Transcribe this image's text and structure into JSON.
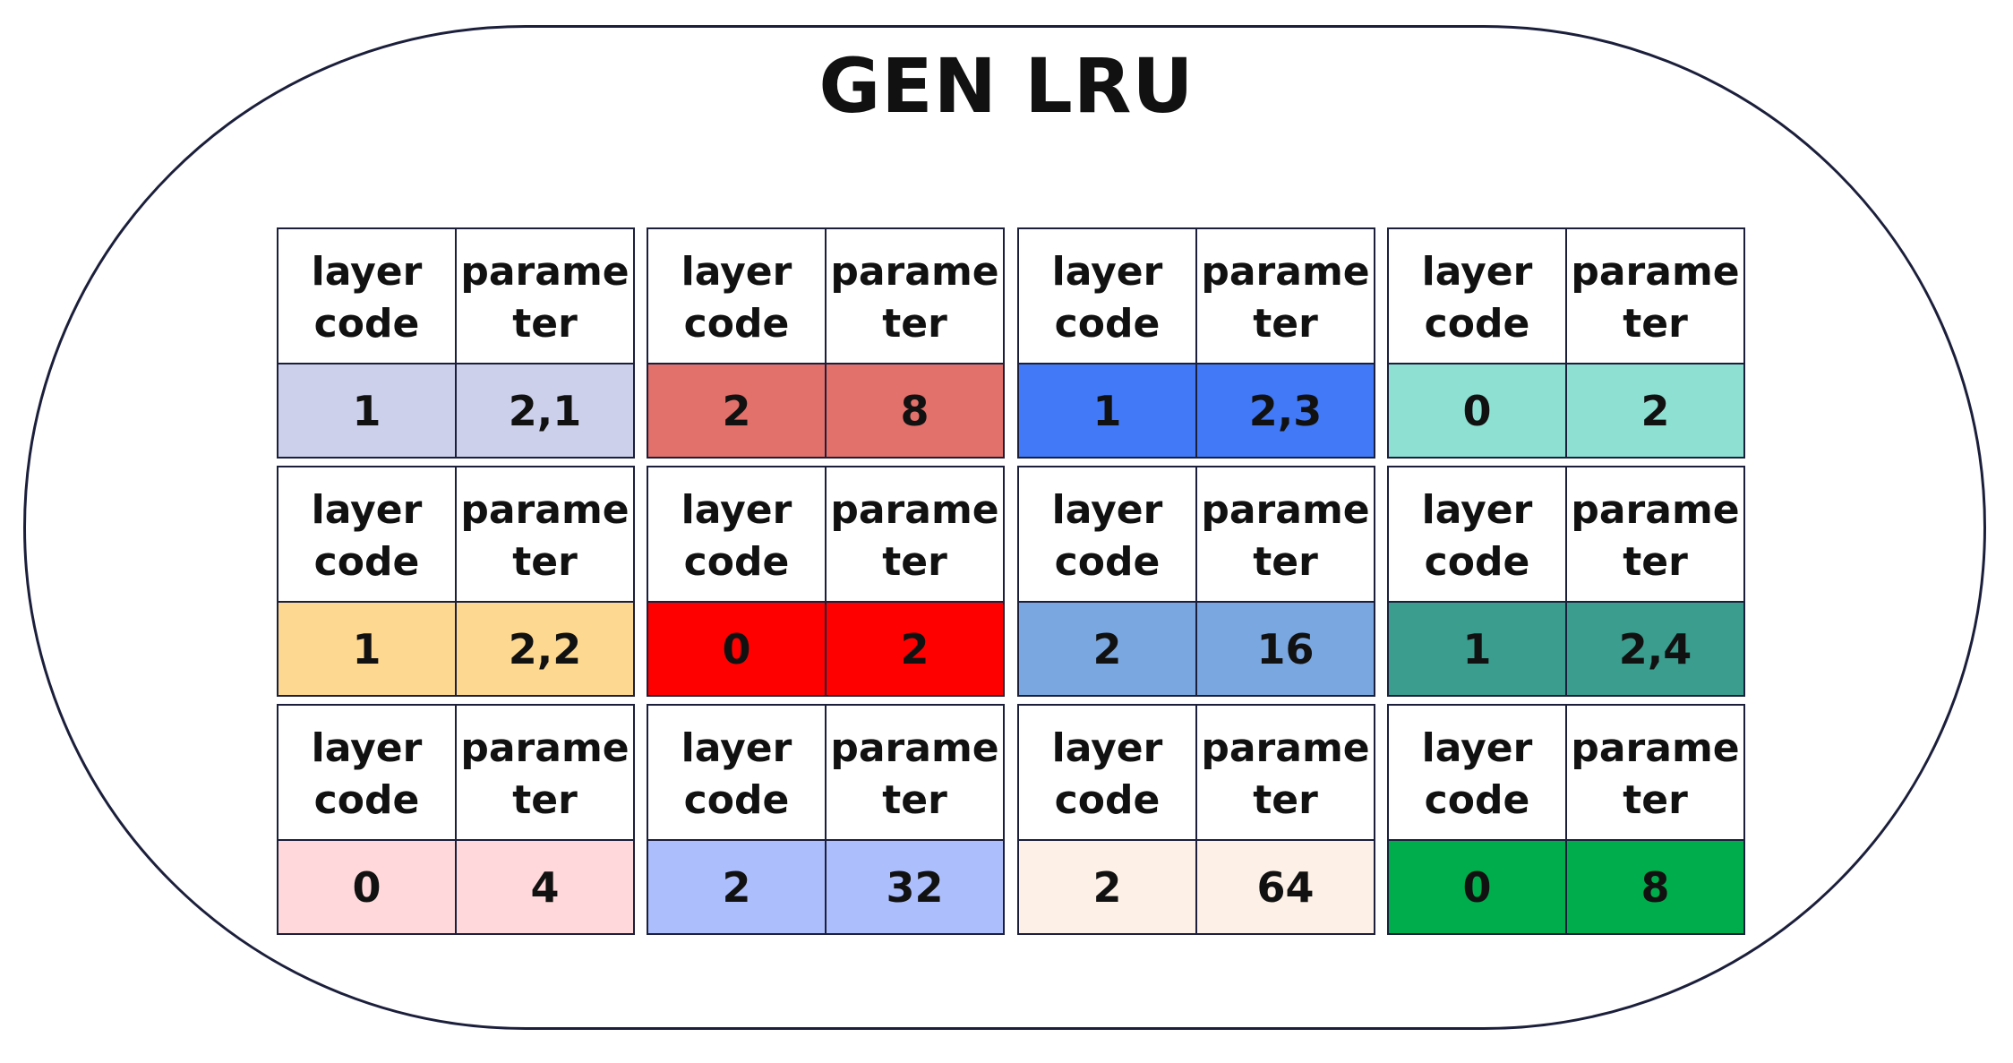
{
  "title": "GEN LRU",
  "header": {
    "layer_code": "layer\ncode",
    "parameter": "parame\nter"
  },
  "blocks": [
    {
      "layer_code": "1",
      "parameter": "2,1",
      "color": "#cdd0ea"
    },
    {
      "layer_code": "2",
      "parameter": "8",
      "color": "#e2706b"
    },
    {
      "layer_code": "1",
      "parameter": "2,3",
      "color": "#4179f6"
    },
    {
      "layer_code": "0",
      "parameter": "2",
      "color": "#8de0d2"
    },
    {
      "layer_code": "1",
      "parameter": "2,2",
      "color": "#fdd891"
    },
    {
      "layer_code": "0",
      "parameter": "2",
      "color": "#fe0000"
    },
    {
      "layer_code": "2",
      "parameter": "16",
      "color": "#7aa7df"
    },
    {
      "layer_code": "1",
      "parameter": "2,4",
      "color": "#3a9d8e"
    },
    {
      "layer_code": "0",
      "parameter": "4",
      "color": "#fed8da"
    },
    {
      "layer_code": "2",
      "parameter": "32",
      "color": "#adbefc"
    },
    {
      "layer_code": "2",
      "parameter": "64",
      "color": "#fdf0e6"
    },
    {
      "layer_code": "0",
      "parameter": "8",
      "color": "#00ad4c"
    }
  ]
}
